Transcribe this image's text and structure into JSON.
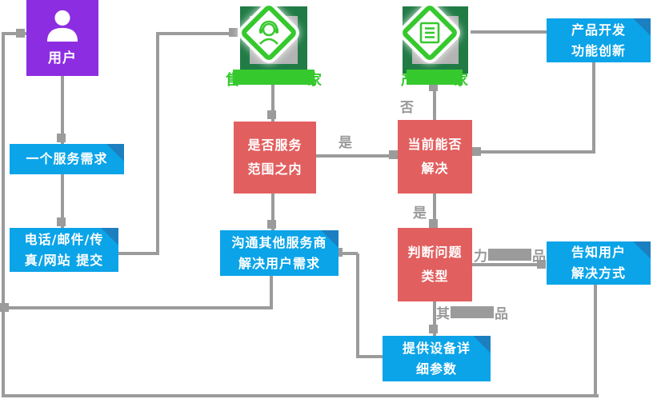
{
  "colors": {
    "node_blue": "#0ba4e8",
    "fold_blue": "#1c7fc0",
    "node_purple": "#8d2de2",
    "node_red": "#e25f5f",
    "accent_green": "#36c92e",
    "dark_green": "#207b45",
    "line_gray": "#9b9b9b"
  },
  "nodes": {
    "user": {
      "label": "用户"
    },
    "service_need": {
      "label": "一个服务需求"
    },
    "submit": {
      "line1": "电话/邮件/传",
      "line2": "真/网站 提交"
    },
    "service_expert": {
      "prefix": "售",
      "suffix": "家"
    },
    "product_expert": {
      "prefix": "产",
      "suffix": "家"
    },
    "product_dev": {
      "line1": "产品开发",
      "line2": "功能创新"
    },
    "in_scope": {
      "line1": "是否服务",
      "line2": "范围之内"
    },
    "can_solve": {
      "line1": "当前能否",
      "line2": "解决"
    },
    "other_vendors": {
      "line1": "沟通其他服务商",
      "line2": "解决用户需求"
    },
    "problem_type": {
      "line1": "判断问题",
      "line2": "类型"
    },
    "inform_user": {
      "line1": "告知用户",
      "line2": "解决方式"
    },
    "device_params": {
      "line1": "提供设备详",
      "line2": "细参数"
    }
  },
  "edge_labels": {
    "yes_to_can_solve": "是",
    "no_to_product_expert": "否",
    "yes_to_problem_type": "是",
    "own_product": {
      "prefix": "力",
      "suffix": "品"
    },
    "other_product": {
      "prefix": "其",
      "suffix": "品"
    }
  },
  "icons": {
    "user_icon": "person-icon",
    "service_icon": "headset-agent-icon",
    "product_icon": "document-icon"
  }
}
